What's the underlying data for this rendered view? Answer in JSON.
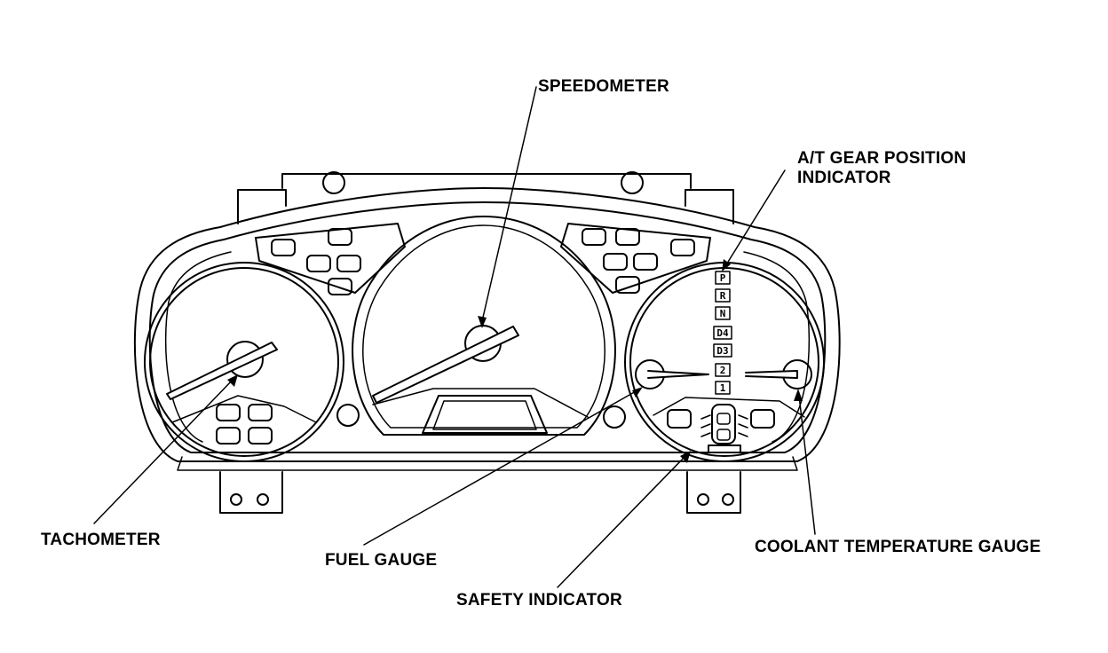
{
  "labels": {
    "speedometer": "SPEEDOMETER",
    "gear_position_line1": "A/T GEAR POSITION",
    "gear_position_line2": "INDICATOR",
    "tachometer": "TACHOMETER",
    "fuel_gauge": "FUEL GAUGE",
    "safety_indicator": "SAFETY INDICATOR",
    "coolant_temperature_gauge": "COOLANT TEMPERATURE GAUGE"
  },
  "gear_letters": [
    "P",
    "R",
    "N",
    "D4",
    "D3",
    "2",
    "1"
  ],
  "colors": {
    "line": "#000000",
    "background": "#ffffff"
  }
}
